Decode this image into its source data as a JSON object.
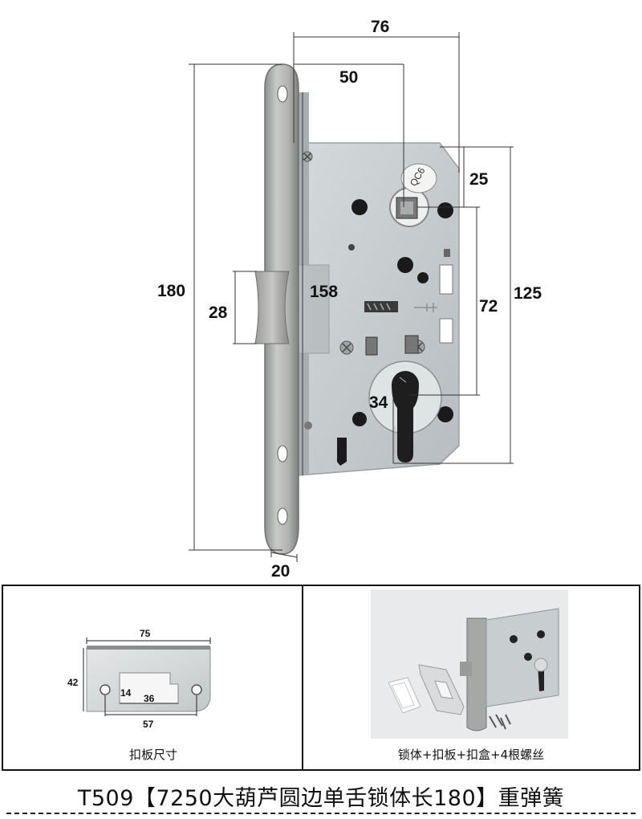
{
  "product_dims": {
    "width_76": "76",
    "width_50": "50",
    "offset_25": "25",
    "height_180": "180",
    "latch_28": "28",
    "body_158": "158",
    "spacing_72": "72",
    "height_125": "125",
    "backset_34": "34",
    "thickness_20": "20"
  },
  "lock_marking": "QC6",
  "strike_plate": {
    "width_75": "75",
    "height_42": "42",
    "slot_14": "14",
    "slot_36": "36",
    "holes_57": "57",
    "caption": "扣板尺寸"
  },
  "package": {
    "caption": "锁体+扣板+扣盒+4根螺丝"
  },
  "title": "T509【7250大葫芦圆边单舌锁体长180】重弹簧"
}
